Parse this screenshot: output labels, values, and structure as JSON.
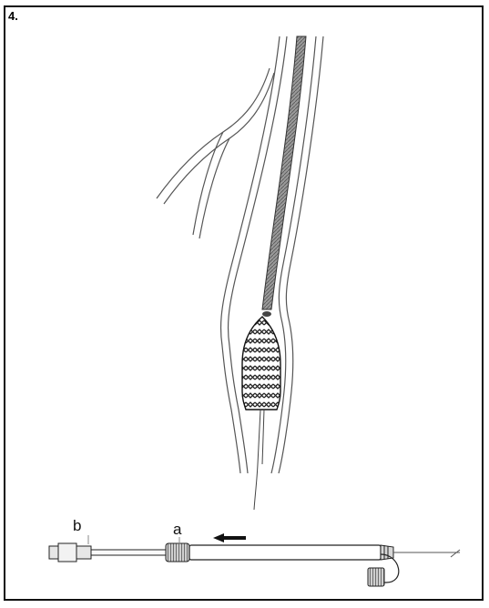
{
  "figure": {
    "step_number": "4.",
    "labels": {
      "a": "a",
      "b": "b"
    }
  }
}
